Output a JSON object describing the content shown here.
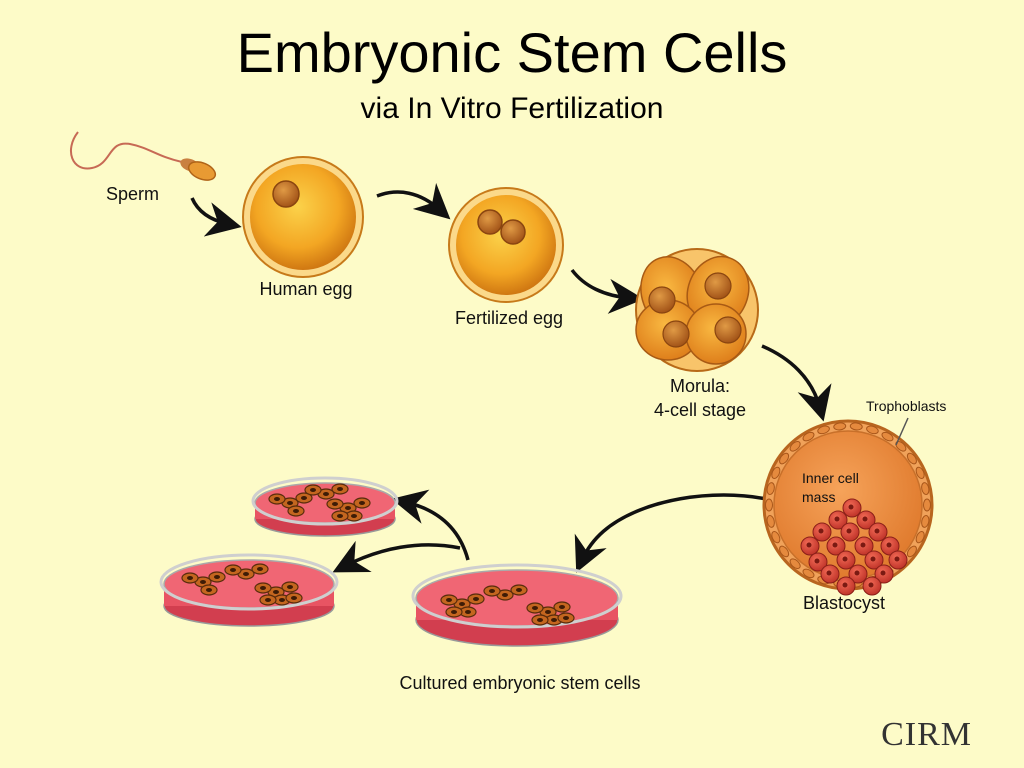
{
  "title": "Embryonic Stem Cells",
  "subtitle": "via In Vitro Fertilization",
  "labels": {
    "sperm": "Sperm",
    "human_egg": "Human egg",
    "fertilized_egg": "Fertilized egg",
    "morula_line1": "Morula:",
    "morula_line2": "4-cell stage",
    "trophoblasts": "Trophoblasts",
    "inner_cell_line1": "Inner cell",
    "inner_cell_line2": "mass",
    "blastocyst": "Blastocyst",
    "cultured": "Cultured embryonic stem cells"
  },
  "logo": "CIRM",
  "colors": {
    "background": "#fdfbc8",
    "egg": "#f0a020",
    "cell_dark": "#b8601a",
    "dish_medium": "#e8505e",
    "arrow": "#111111"
  }
}
